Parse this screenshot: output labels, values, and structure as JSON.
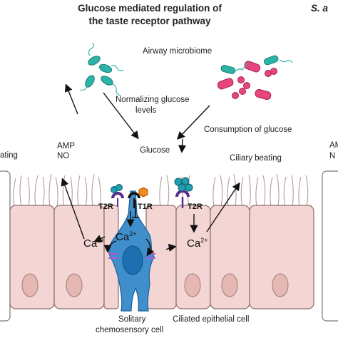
{
  "title": {
    "line1": "Glucose mediated regulation of",
    "line2": "the taste receptor pathway",
    "right_cut": "S. a"
  },
  "labels": {
    "airway_microbiome": "Airway microbiome",
    "normalizing_1": "Normalizing glucose",
    "normalizing_2": "levels",
    "consumption": "Consumption of glucose",
    "glucose": "Glucose",
    "amp": "AMP",
    "no": "NO",
    "left_cut": "ating",
    "ciliary_beating": "Ciliary beating",
    "t2r_left": "T2R",
    "t1r": "T1R",
    "t2r_right": "T2R",
    "ca_left": "Ca",
    "ca_center": "Ca",
    "ca_right": "Ca",
    "charge": "2+",
    "solitary_1": "Solitary",
    "solitary_2": "chemosensory cell",
    "ciliated": "Ciliated epithelial cell",
    "right_amp_cut": "AM",
    "right_no_cut": "N"
  },
  "colors": {
    "cell_fill": "#f3d5d3",
    "cell_stroke": "#8c6d6d",
    "nucleus": "#e5b8b4",
    "sc_cell": "#3f8fcc",
    "sc_nucleus": "#1e6fb0",
    "bacteria_teal": "#2bb4a7",
    "bacteria_pink": "#e8457f",
    "receptor_teal": "#1fa0b0",
    "receptor_purple": "#5b2a8c",
    "glucose_orange": "#f08a1e"
  }
}
